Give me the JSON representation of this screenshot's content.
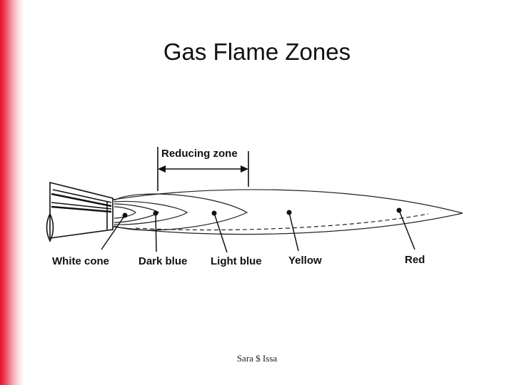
{
  "slide": {
    "title": "Gas Flame Zones",
    "footer": "Sara $ Issa",
    "accent_color": "#e8102a"
  },
  "diagram": {
    "bracket_label": "Reducing zone",
    "zones": [
      {
        "id": "white-cone",
        "label": "White cone"
      },
      {
        "id": "dark-blue",
        "label": "Dark blue"
      },
      {
        "id": "light-blue",
        "label": "Light blue"
      },
      {
        "id": "yellow",
        "label": "Yellow"
      },
      {
        "id": "red",
        "label": "Red"
      }
    ],
    "icons": [
      "torch-nozzle-icon"
    ]
  }
}
